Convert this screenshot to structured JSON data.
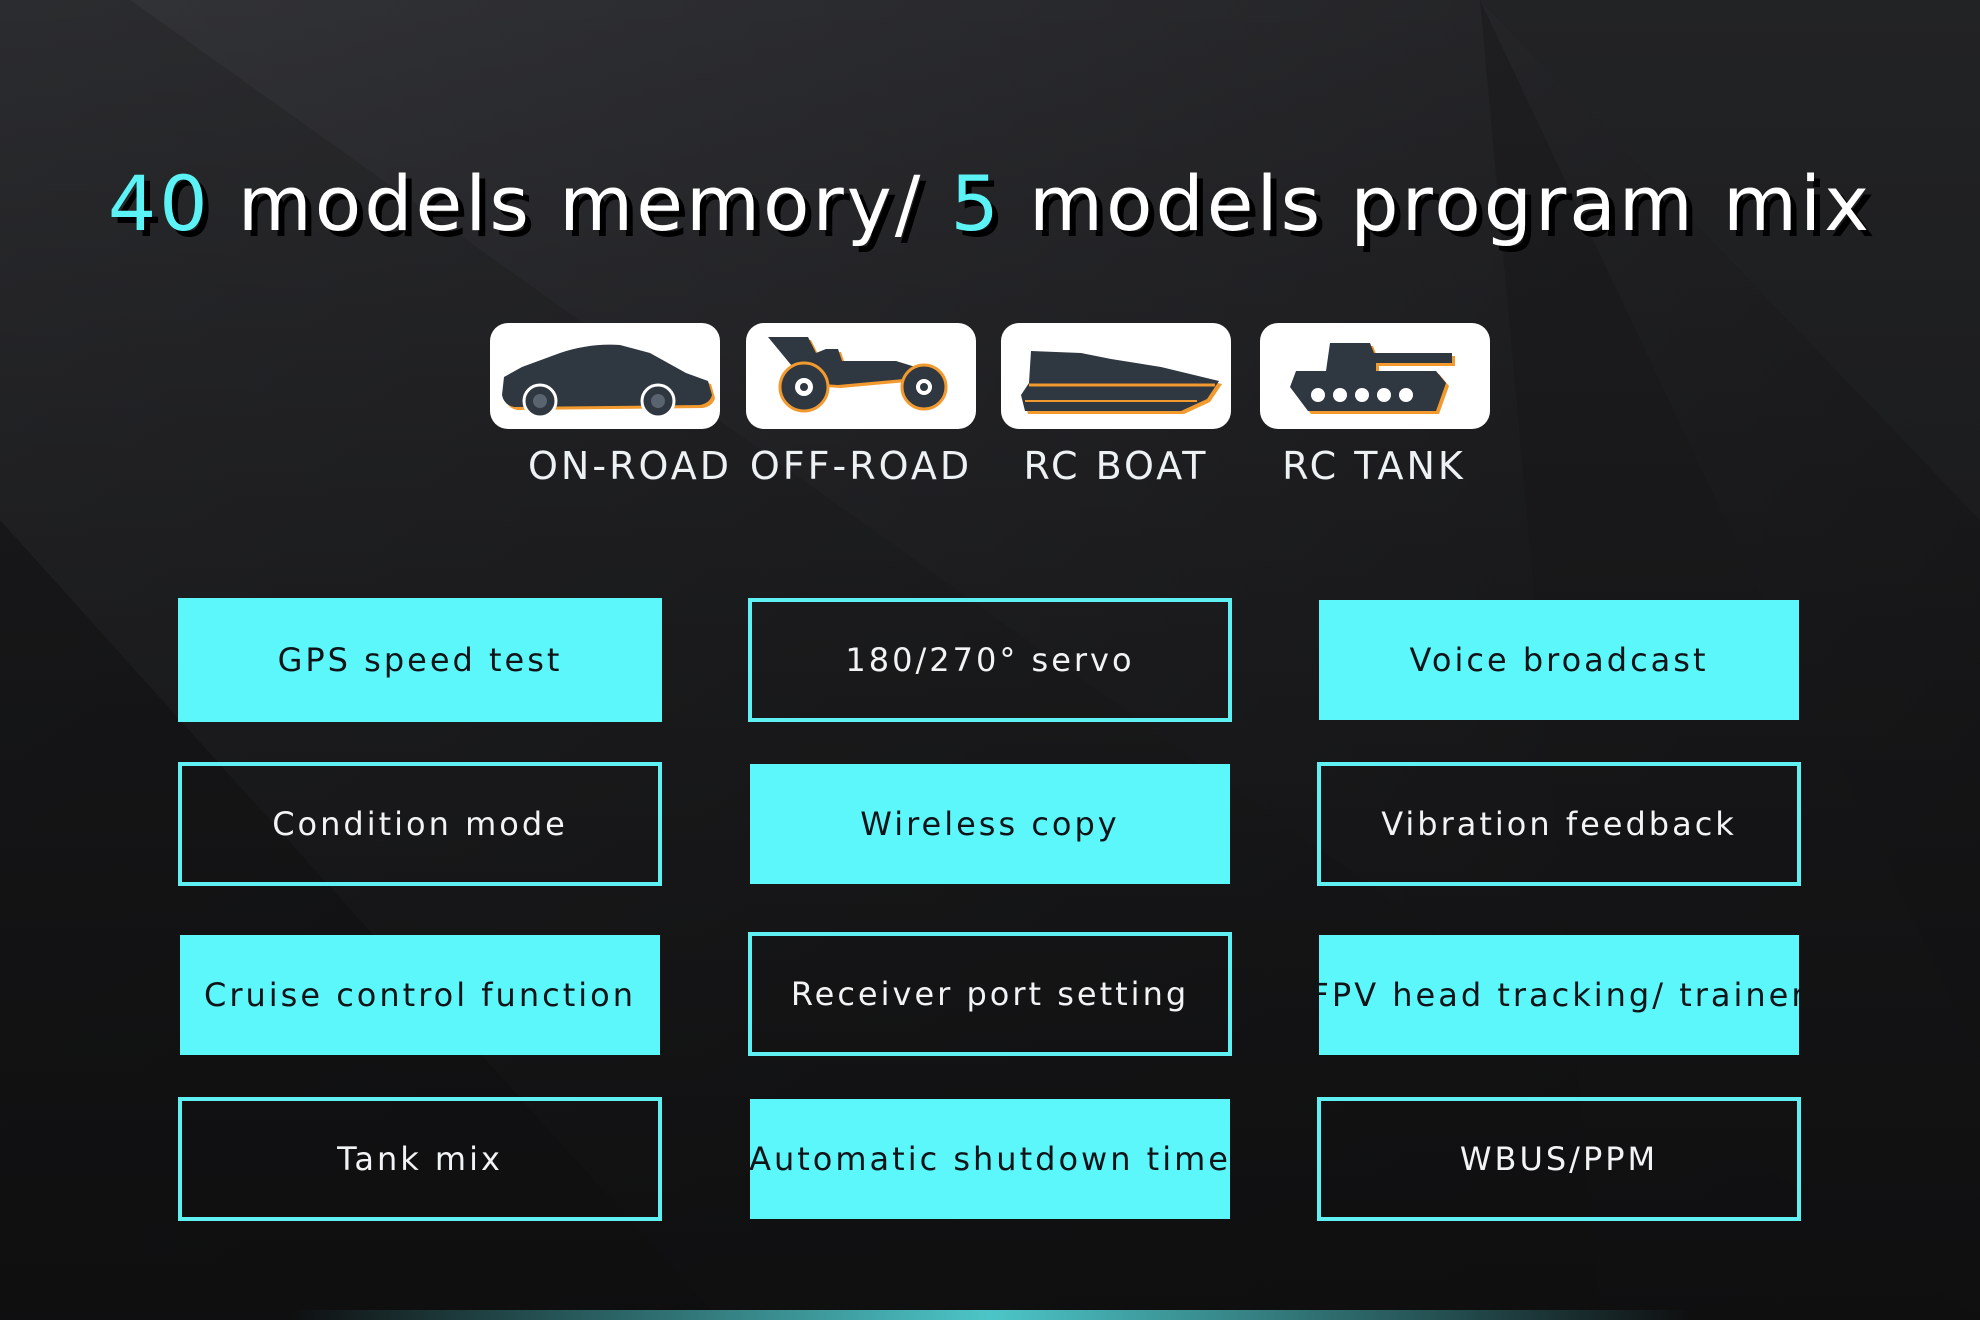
{
  "title": {
    "count_models": "40",
    "text_memory": " models memory/ ",
    "count_mix": "5",
    "text_mix": " models program mix"
  },
  "colors": {
    "accent": "#5cf3f6",
    "background": "#1c1c1e",
    "icon_body": "#2f3740",
    "icon_outline": "#f29a2e"
  },
  "vehicles": [
    {
      "label": "ON-ROAD",
      "icon": "sports-car-icon"
    },
    {
      "label": "OFF-ROAD",
      "icon": "buggy-icon"
    },
    {
      "label": "RC BOAT",
      "icon": "speedboat-icon"
    },
    {
      "label": "RC TANK",
      "icon": "tank-icon"
    }
  ],
  "features": [
    {
      "label": "GPS speed test",
      "style": "filled"
    },
    {
      "label": "180/270° servo",
      "style": "outlined"
    },
    {
      "label": "Voice broadcast",
      "style": "filled"
    },
    {
      "label": "Condition mode",
      "style": "outlined"
    },
    {
      "label": "Wireless copy",
      "style": "filled"
    },
    {
      "label": "Vibration feedback",
      "style": "outlined"
    },
    {
      "label": "Cruise control function",
      "style": "filled"
    },
    {
      "label": "Receiver port setting",
      "style": "outlined"
    },
    {
      "label": "FPV head tracking/ trainer",
      "style": "filled"
    },
    {
      "label": "Tank mix",
      "style": "outlined"
    },
    {
      "label": "Automatic shutdown time",
      "style": "filled"
    },
    {
      "label": "WBUS/PPM",
      "style": "outlined"
    }
  ]
}
